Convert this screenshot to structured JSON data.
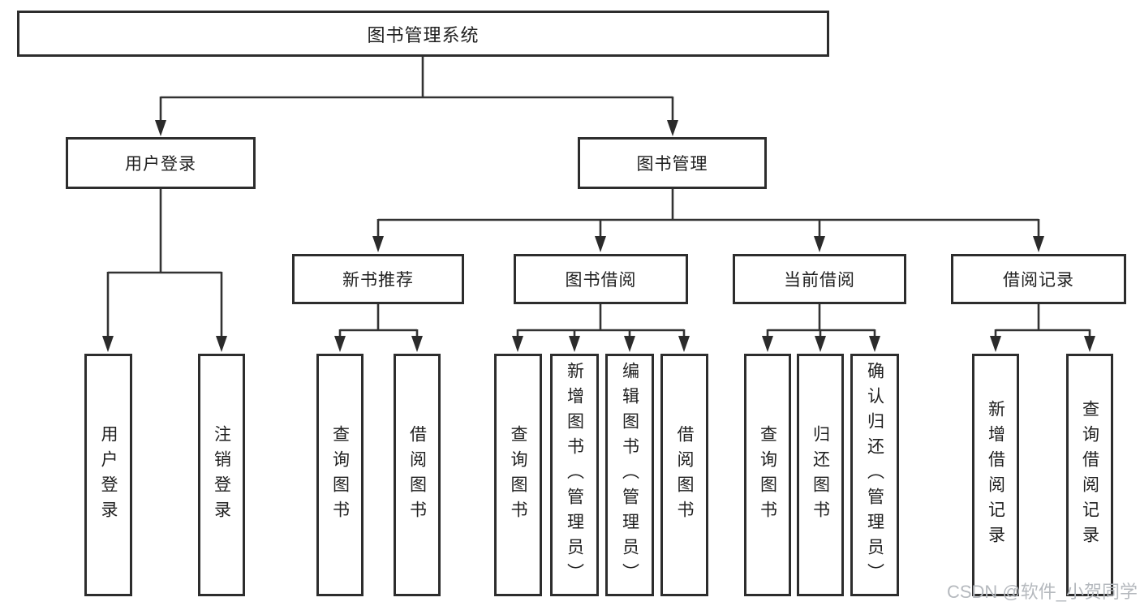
{
  "diagram": {
    "title": "图书管理系统",
    "root": {
      "label": "图书管理系统"
    },
    "level2": [
      {
        "label": "用户登录"
      },
      {
        "label": "图书管理"
      }
    ],
    "level3": [
      {
        "label": "新书推荐"
      },
      {
        "label": "图书借阅"
      },
      {
        "label": "当前借阅"
      },
      {
        "label": "借阅记录"
      }
    ],
    "leaves": {
      "user_login": [
        {
          "label": "用户登录"
        },
        {
          "label": "注销登录"
        }
      ],
      "new_book": [
        {
          "label": "查询图书"
        },
        {
          "label": "借阅图书"
        }
      ],
      "book_borrow": [
        {
          "label": "查询图书"
        },
        {
          "label": "新增图书（管理员）"
        },
        {
          "label": "编辑图书（管理员）"
        },
        {
          "label": "借阅图书"
        }
      ],
      "current_borrow": [
        {
          "label": "查询图书"
        },
        {
          "label": "归还图书"
        },
        {
          "label": "确认归还（管理员）"
        }
      ],
      "borrow_record": [
        {
          "label": "新增借阅记录"
        },
        {
          "label": "查询借阅记录"
        }
      ]
    },
    "watermark": "CSDN @软件_小贺同学",
    "colors": {
      "line": "#333333",
      "border": "#2d2d2d",
      "text": "#1f1f1f",
      "watermark": "#b5b9be",
      "background": "#ffffff"
    }
  }
}
